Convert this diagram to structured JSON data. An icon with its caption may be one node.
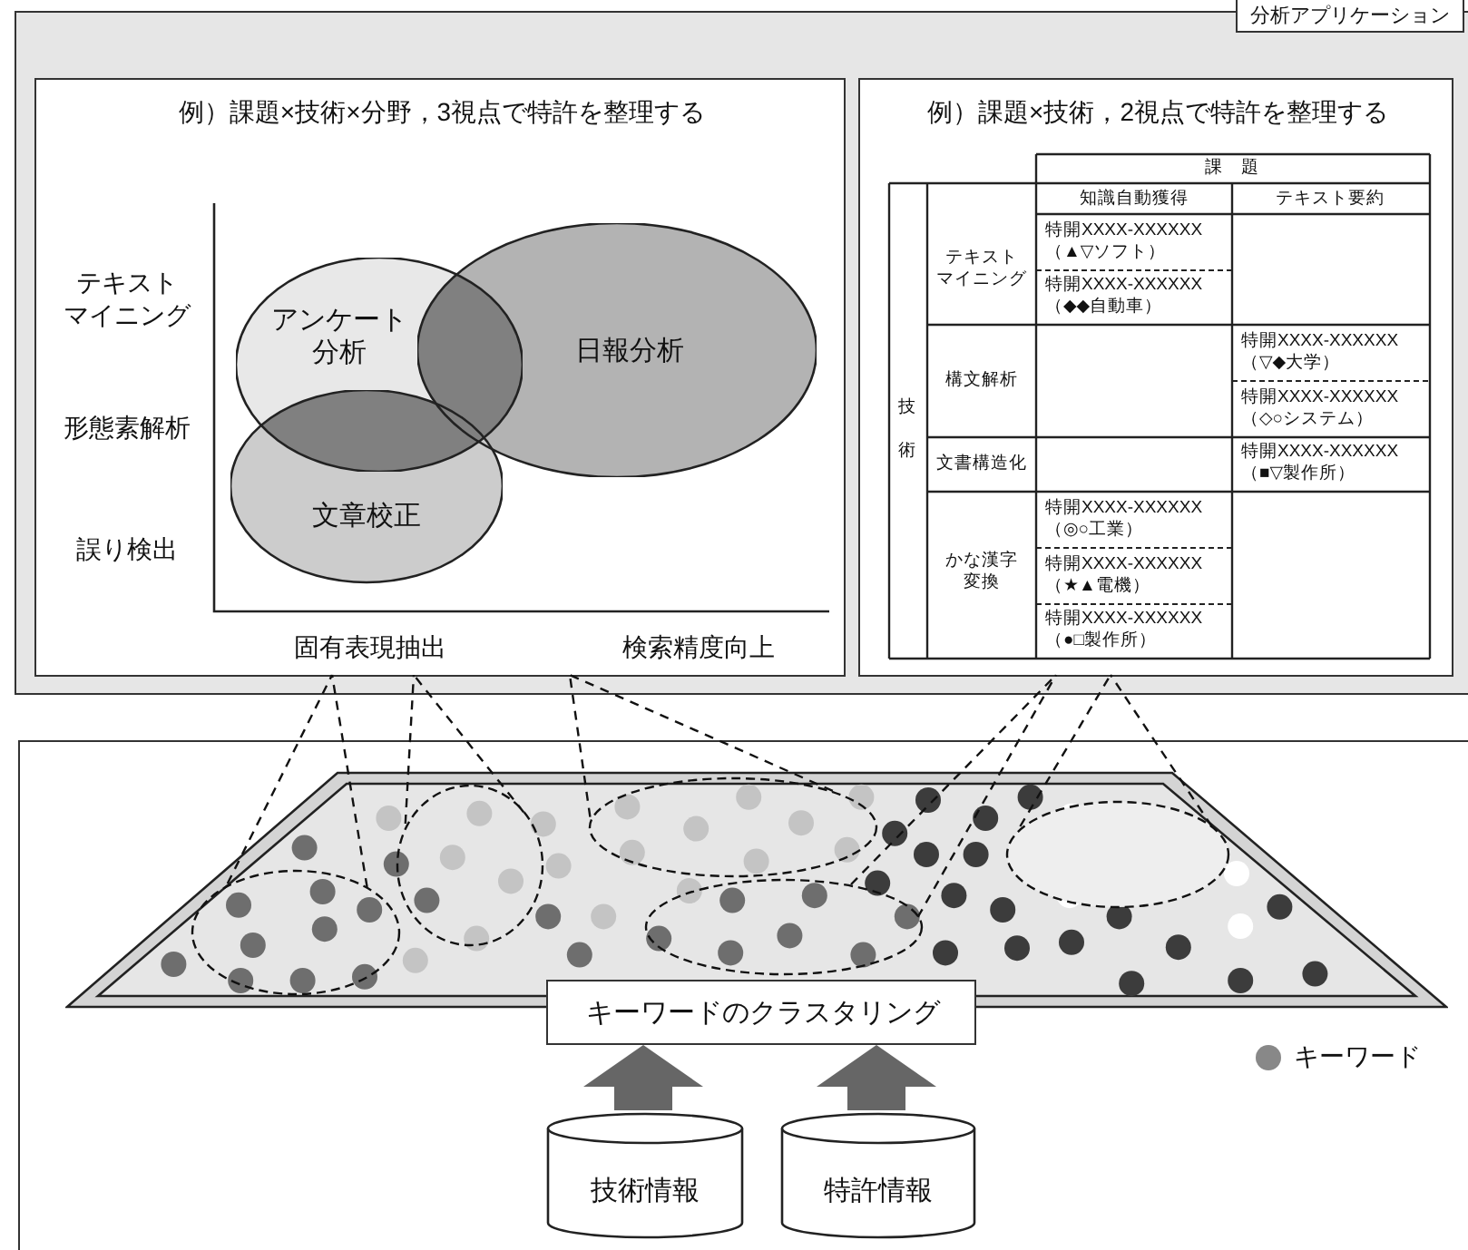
{
  "diagram": {
    "nodes": [
      {
        "text": [
          "分析アプリケーション"
        ]
      },
      {
        "text": [
          "例）課題×技術×分野，3視点で特許を整理する"
        ],
        "in": 0
      },
      {
        "text": [
          "アンケート分析"
        ],
        "in": 1
      },
      {
        "text": [
          "日報分析"
        ],
        "in": 1
      },
      {
        "text": [
          "文章校正"
        ],
        "in": 1
      },
      {
        "text": [
          "例）課題×技術，2視点で特許を整理する"
        ],
        "in": 0
      },
      {
        "text": [],
        "shape": "box"
      },
      {
        "text": [],
        "shape": "trapezoid",
        "in": 6
      },
      {
        "text": [],
        "shape": "ellipse",
        "in": 7
      },
      {
        "text": [],
        "shape": "ellipse",
        "in": 7
      },
      {
        "text": [],
        "shape": "ellipse",
        "in": 7
      },
      {
        "text": [],
        "shape": "ellipse",
        "in": 7
      },
      {
        "text": [],
        "shape": "ellipse",
        "in": 7
      },
      {
        "text": [
          "キーワードのクラスタリング"
        ],
        "in": 6
      },
      {
        "text": [
          "技術情報"
        ],
        "in": 6
      },
      {
        "text": [
          "特許情報"
        ],
        "in": 6
      }
    ],
    "edges": [
      {
        "from": 8,
        "to": 1,
        "arrow": "none",
        "style": "dashed"
      },
      {
        "from": 8,
        "to": 1,
        "arrow": "none",
        "style": "dashed"
      },
      {
        "from": 9,
        "to": 1,
        "arrow": "none",
        "style": "dashed"
      },
      {
        "from": 9,
        "to": 1,
        "arrow": "none",
        "style": "dashed"
      },
      {
        "from": 10,
        "to": 1,
        "arrow": "none",
        "style": "dashed"
      },
      {
        "from": 10,
        "to": 1,
        "arrow": "none",
        "style": "dashed"
      },
      {
        "from": 11,
        "to": 5,
        "arrow": "none",
        "style": "dashed"
      },
      {
        "from": 11,
        "to": 5,
        "arrow": "none",
        "style": "dashed"
      },
      {
        "from": 12,
        "to": 5,
        "arrow": "none",
        "style": "dashed"
      },
      {
        "from": 12,
        "to": 5,
        "arrow": "none",
        "style": "dashed"
      },
      {
        "from": 14,
        "to": 13,
        "arrow": "to",
        "style": "thick"
      },
      {
        "from": 15,
        "to": 13,
        "arrow": "to",
        "style": "thick"
      }
    ],
    "labels": [
      "テキストマイニング",
      "形態素解析",
      "誤り検出",
      "固有表現抽出",
      "検索精度向上",
      "課　題",
      "知識自動獲得",
      "テキスト要約",
      "技術",
      "テキストマイニング",
      "特開XXXX-XXXXXX（▲▽ソフト）",
      "特開XXXX-XXXXXX（◆◆自動車）",
      "構文解析",
      "特開XXXX-XXXXXX（▽◆大学）",
      "特開XXXX-XXXXXX（◇○システム）",
      "文書構造化",
      "特開XXXX-XXXXXX（■▽製作所）",
      "かな漢字変換",
      "特開XXXX-XXXXXX（◎○工業）",
      "特開XXXX-XXXXXX（★▲電機）",
      "特開XXXX-XXXXXX（●□製作所）"
    ],
    "legend": [
      {
        "text": "キーワード",
        "color": "#888888"
      }
    ]
  }
}
